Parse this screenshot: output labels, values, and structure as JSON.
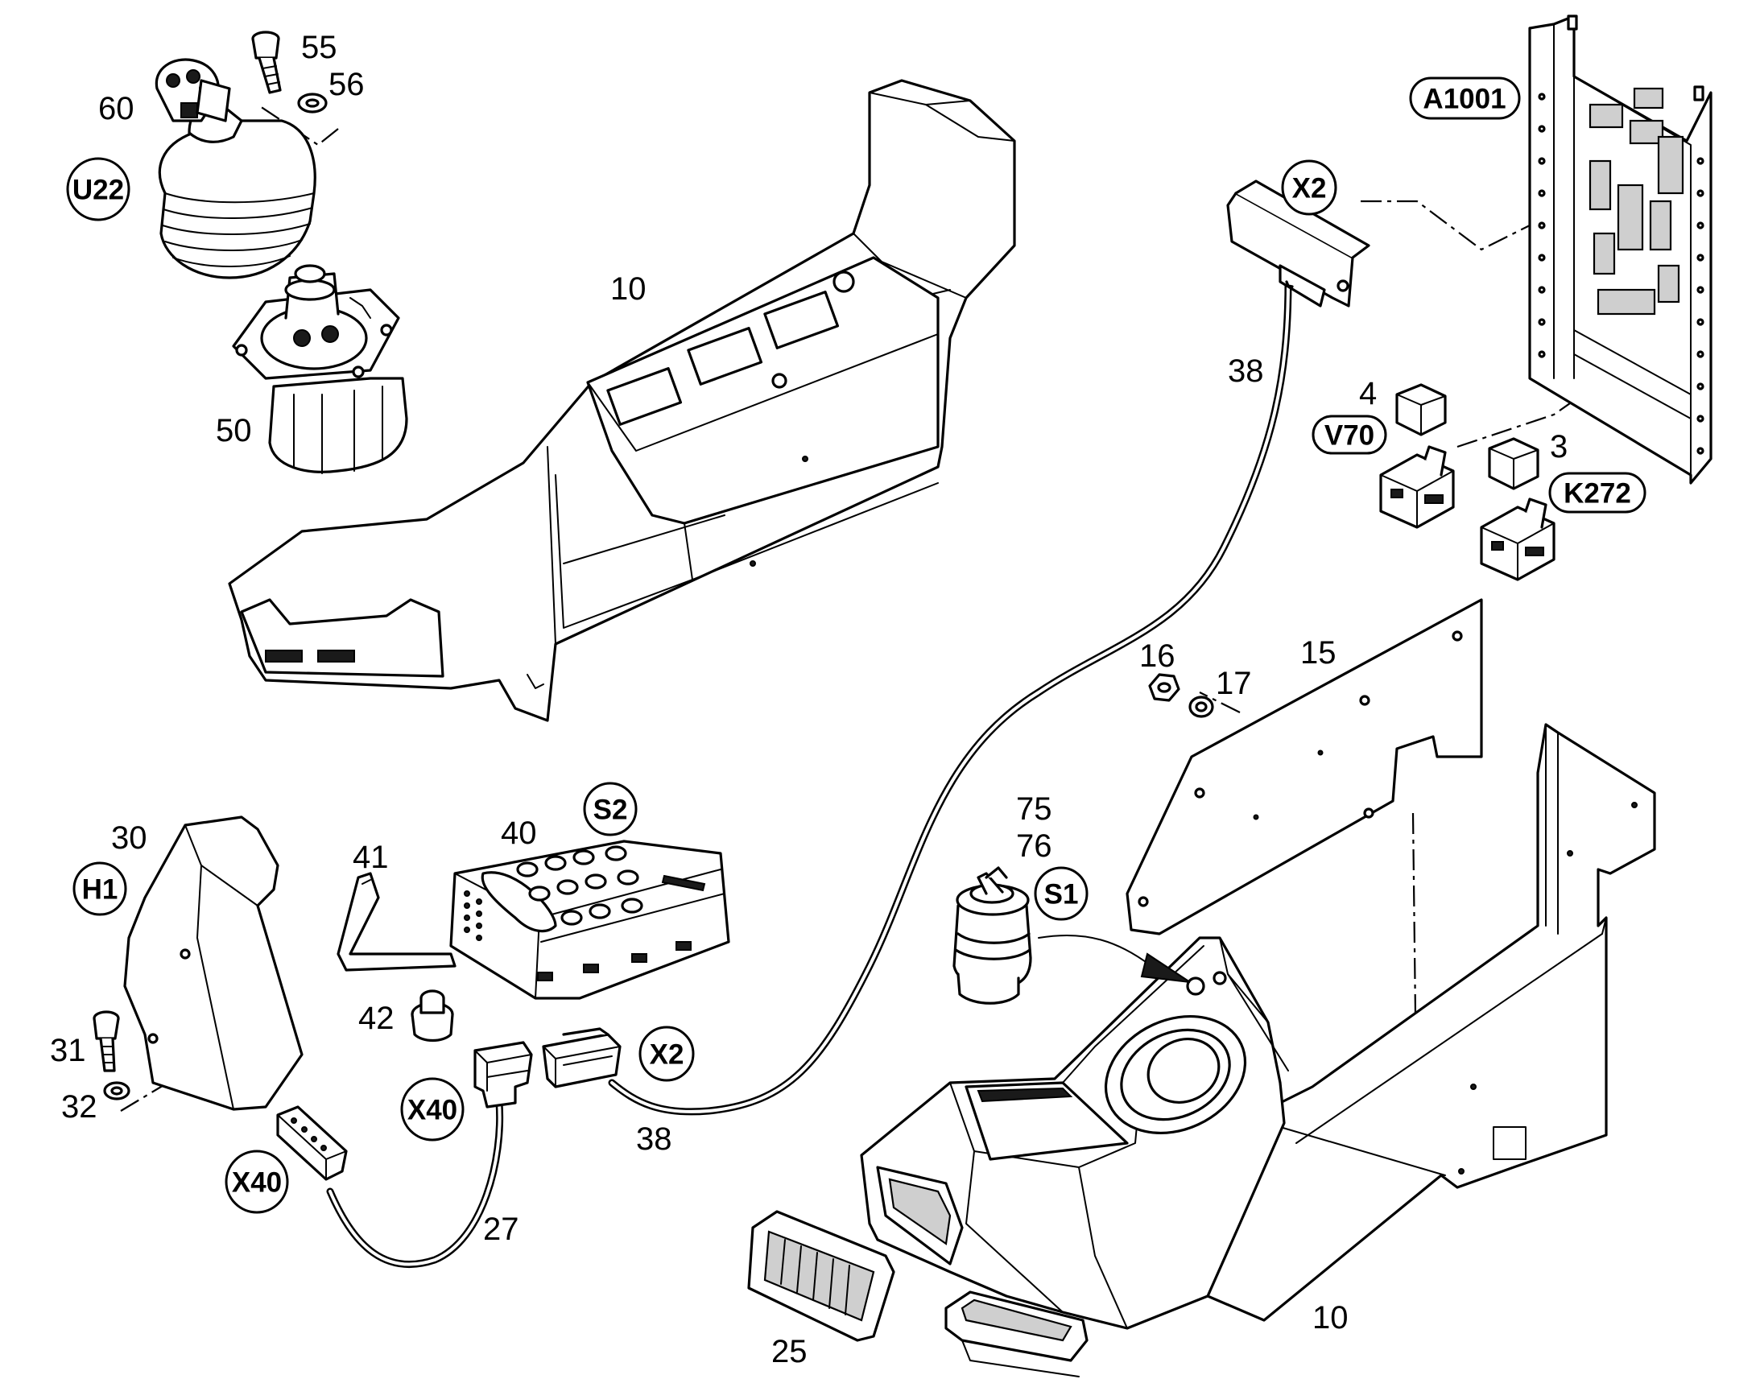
{
  "part_numbers": {
    "p55": "55",
    "p56": "56",
    "p60": "60",
    "p50": "50",
    "p10_top": "10",
    "p38_top": "38",
    "p4": "4",
    "p3": "3",
    "p16": "16",
    "p17": "17",
    "p15": "15",
    "p30": "30",
    "p41": "41",
    "p40": "40",
    "p75": "75",
    "p76": "76",
    "p42": "42",
    "p31": "31",
    "p32": "32",
    "p38_bottom": "38",
    "p27": "27",
    "p25": "25",
    "p10_bottom": "10"
  },
  "tags": {
    "u22": "U22",
    "a1001": "A1001",
    "x2_top": "X2",
    "v70": "V70",
    "k272": "K272",
    "s2": "S2",
    "h1": "H1",
    "s1": "S1",
    "x2_bottom": "X2",
    "x40_upper": "X40",
    "x40_lower": "X40"
  }
}
